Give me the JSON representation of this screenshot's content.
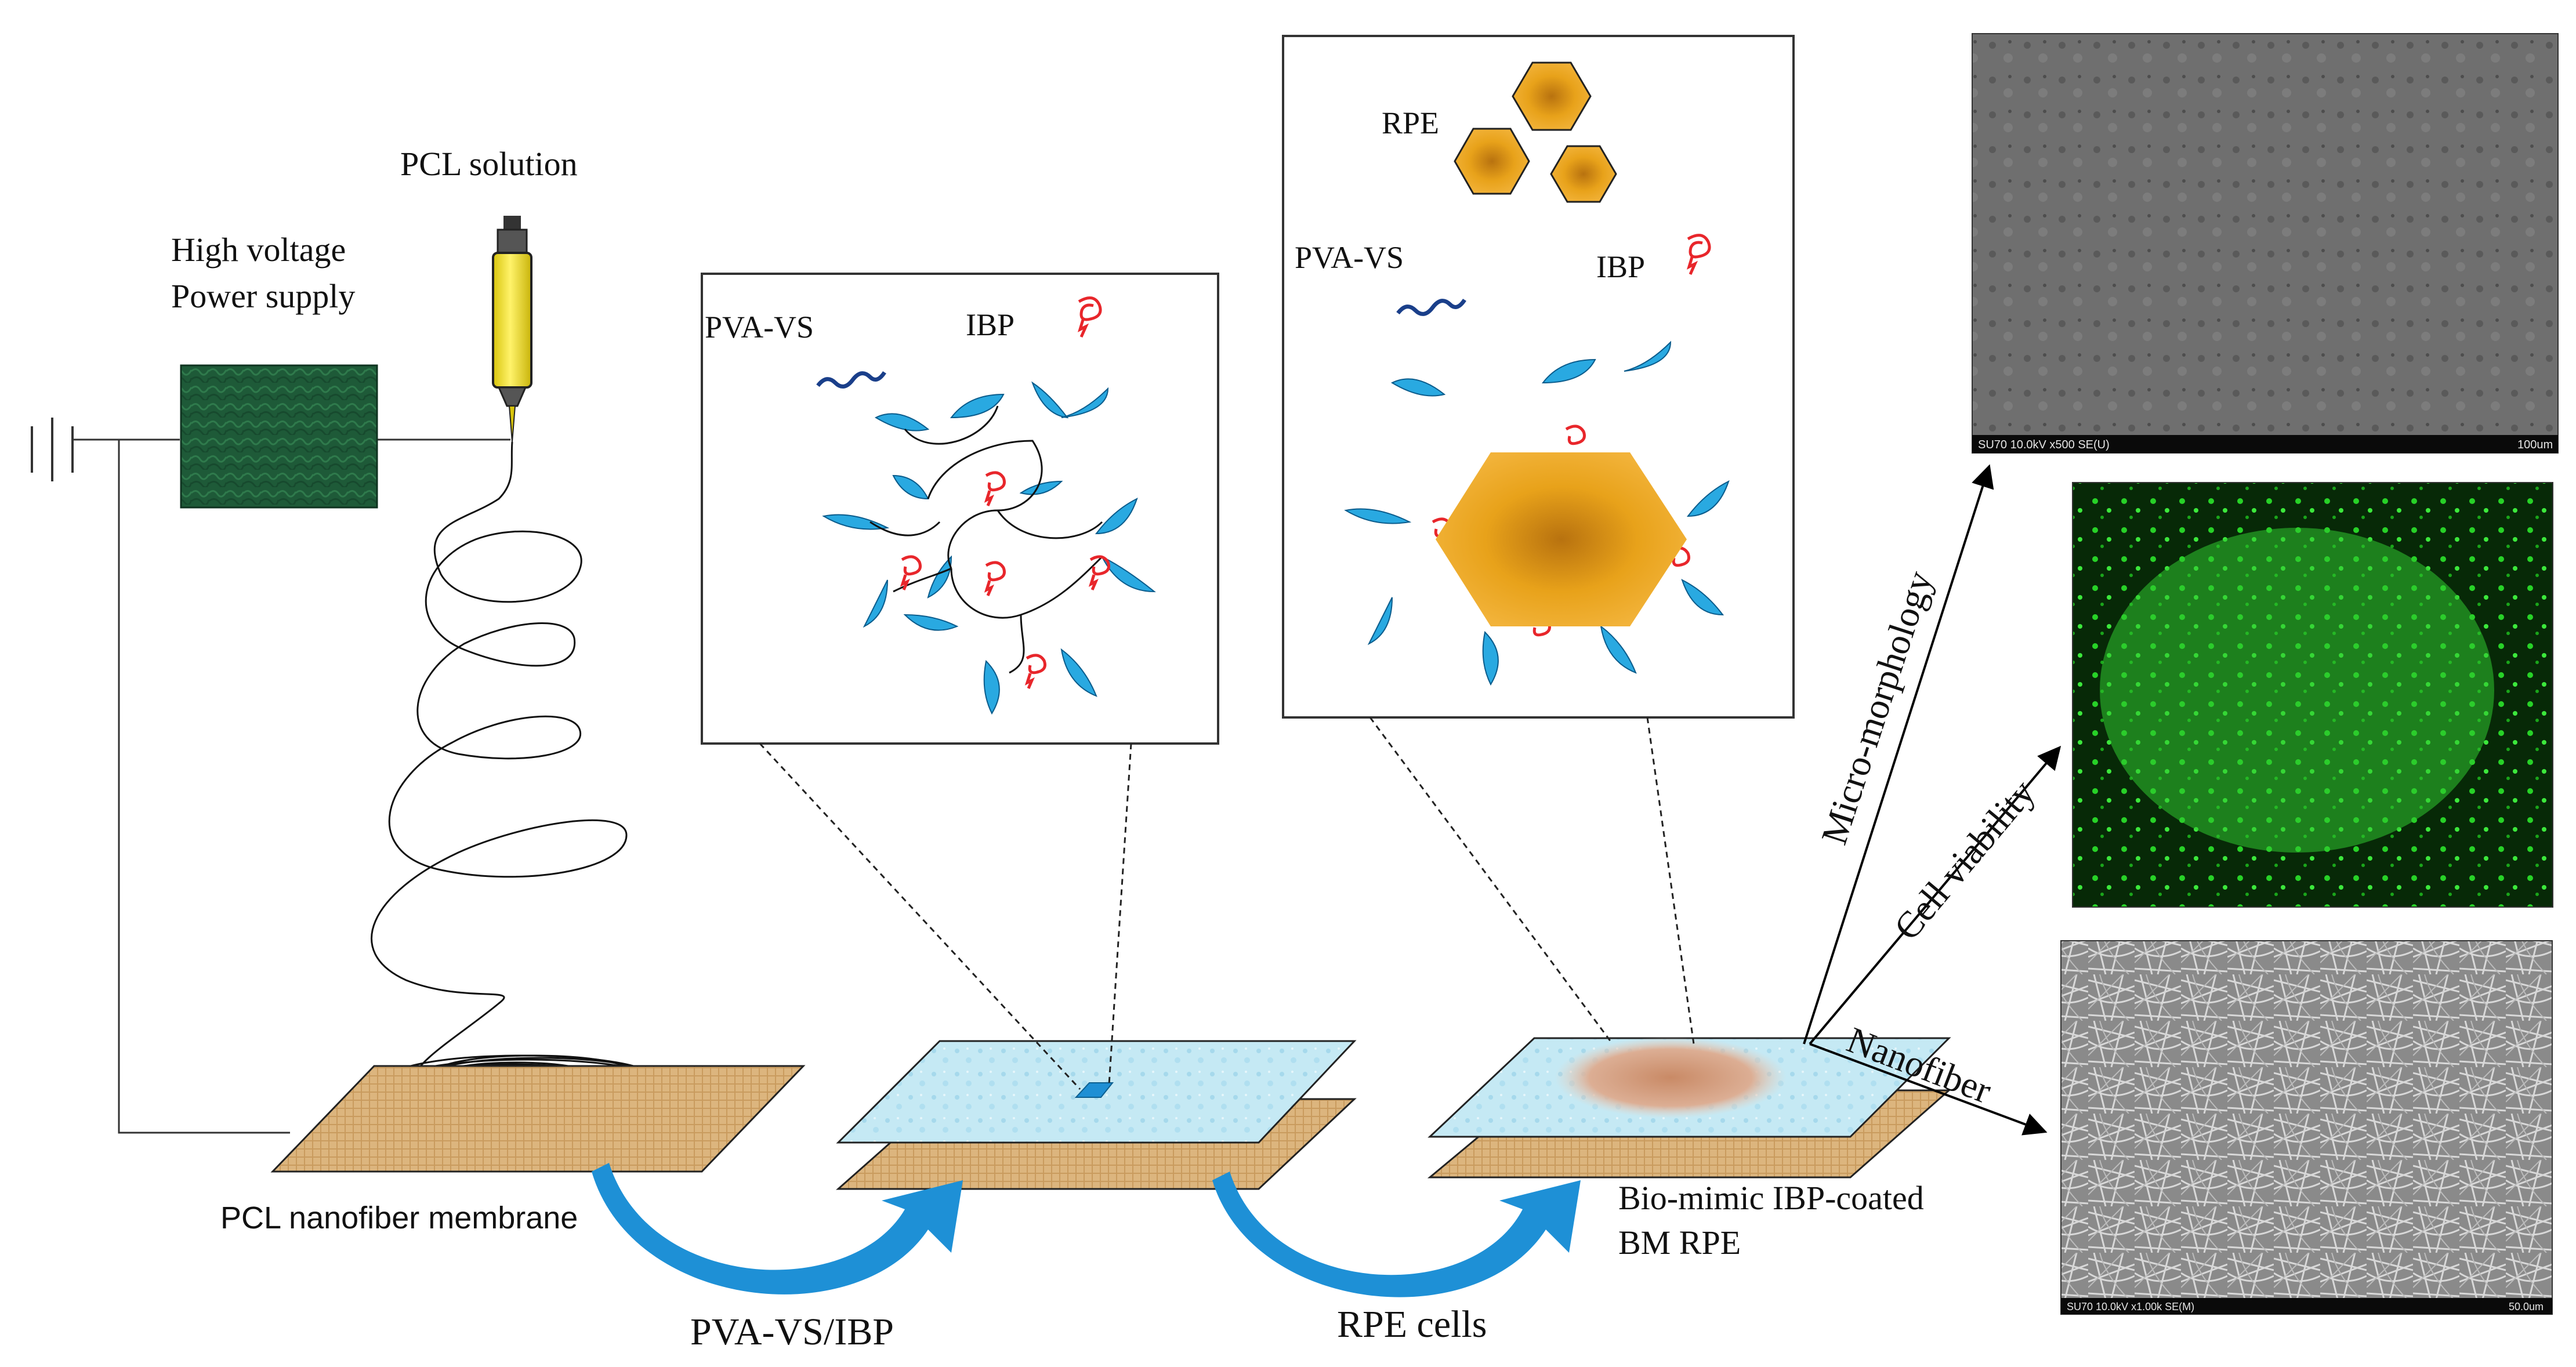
{
  "labels": {
    "pcl_solution": "PCL solution",
    "power_supply_line1": "High voltage",
    "power_supply_line2": "Power supply",
    "pcl_membrane": "PCL nanofiber membrane",
    "step1": "PVA-VS/IBP",
    "step2": "RPE cells",
    "final_line1": "Bio-mimic IBP-coated",
    "final_line2": "BM RPE",
    "inset1_pva": "PVA-VS",
    "inset1_ibp": "IBP",
    "inset2_rpe": "RPE",
    "inset2_pva": "PVA-VS",
    "inset2_ibp": "IBP",
    "arrow_micro": "Micro-morphology",
    "arrow_viability": "Cell viability",
    "arrow_nanofiber": "Nanofiber",
    "sem1_info": "SU70 10.0kV x500 SE(U)",
    "sem1_scale": "100um",
    "sem2_info": "SU70 10.0kV x1.00k SE(M)",
    "sem2_scale": "50.0um"
  },
  "colors": {
    "polymer_blue": "#29a9e1",
    "ibp_red": "#e8262b",
    "rpe_orange": "#e8a21a",
    "membrane_tan": "#d9b27a",
    "coating_blue": "#bfe6f2",
    "arrow_blue": "#1e90d6",
    "fluorescence_green": "#1ec21e",
    "syringe_yellow": "#f5e51c",
    "power_supply_green": "#1f5d3a"
  }
}
